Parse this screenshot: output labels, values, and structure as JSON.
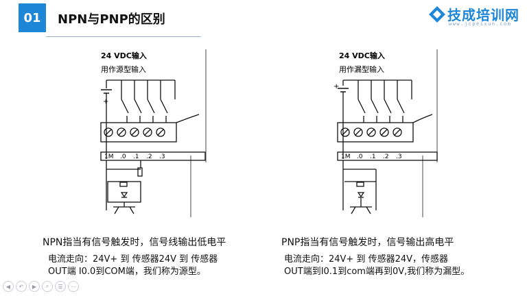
{
  "header": {
    "slide_number": "01",
    "title": "NPN与PNP的区别",
    "logo_text": "技成培训网",
    "logo_sub": "www.jcpeixun.com"
  },
  "npn_diagram": {
    "label_top": "24 VDC输入",
    "label_mode": "用作源型输入",
    "plus_sign": "+",
    "minus_sign": "-",
    "terminals": [
      "1M",
      ".0",
      ".1",
      ".2",
      ".3"
    ]
  },
  "pnp_diagram": {
    "label_top": "24 VDC输入",
    "label_mode": "用作漏型输入",
    "plus_sign": "+",
    "minus_sign": "-",
    "terminals": [
      "1M",
      ".0",
      ".1",
      ".2",
      ".3"
    ]
  },
  "npn_text": {
    "head": "NPN指当有信号触发时，信号线输出低电平",
    "line1": "电流走向：24V+ 到 传感器24V 到 传感器",
    "line2": "OUT端  I0.0到COM端，我们称为源型。"
  },
  "pnp_text": {
    "head": "PNP指当有信号触发时，信号输出高电平",
    "line1": "电流走向：24V+ 到 传感器24V，传感器",
    "line2": "OUT端到I0.1到com端再到0V,我们称为漏型。"
  },
  "nav_icons": [
    "prev-icon",
    "back-icon",
    "forward-icon",
    "search-icon",
    "menu-icon",
    "more-icon"
  ]
}
